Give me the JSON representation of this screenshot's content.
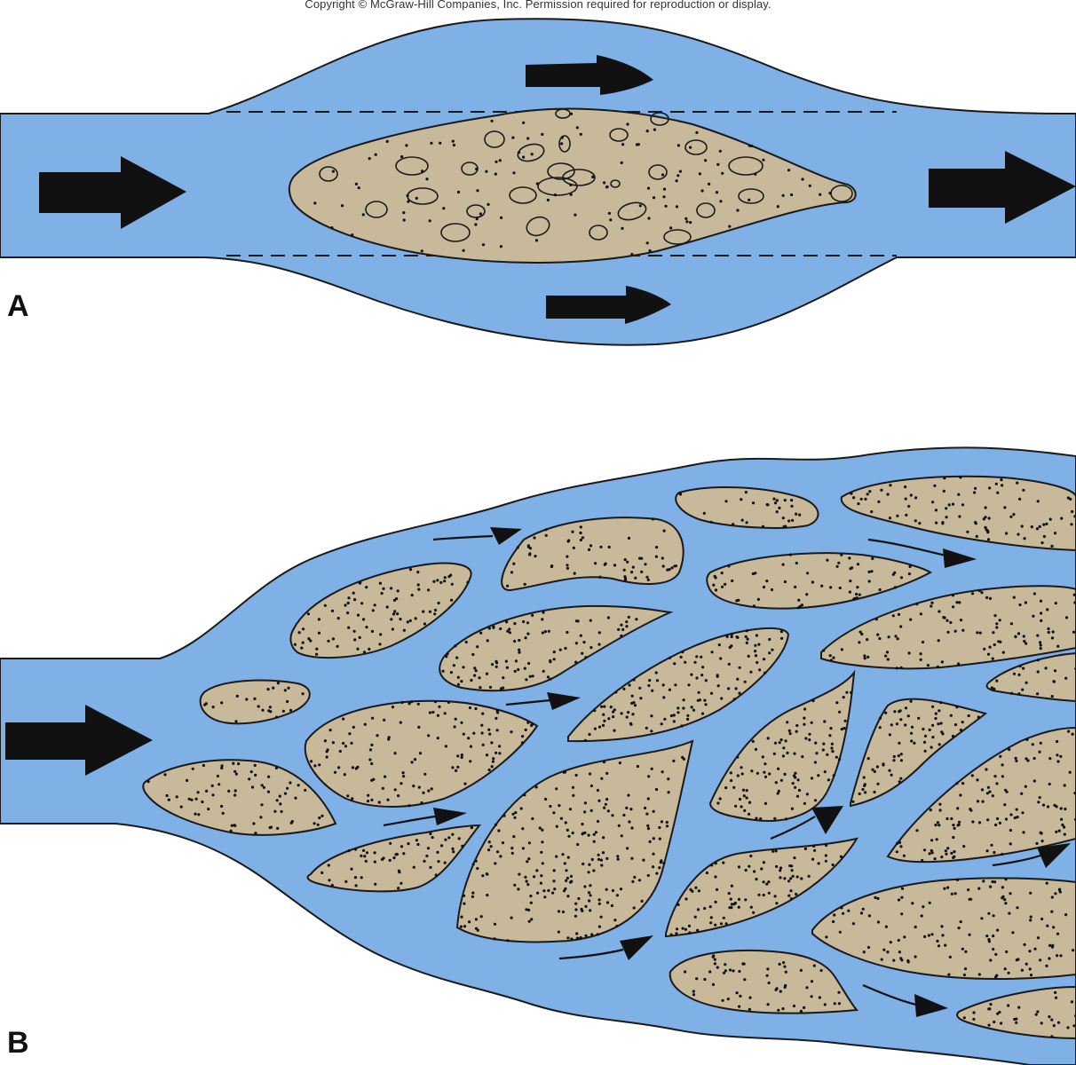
{
  "figure": {
    "copyright": "Copyright © McGraw-Hill Companies, Inc. Permission required for reproduction or display.",
    "panels": [
      {
        "label": "A"
      },
      {
        "label": "B"
      }
    ]
  },
  "colors": {
    "water": "#7fb0e6",
    "sediment": "#c8b99a",
    "outline": "#1a1a1a"
  },
  "icons": {
    "flow_arrow": "flow-direction-arrow-icon",
    "small_flow_arrow": "current-arrow-icon"
  }
}
